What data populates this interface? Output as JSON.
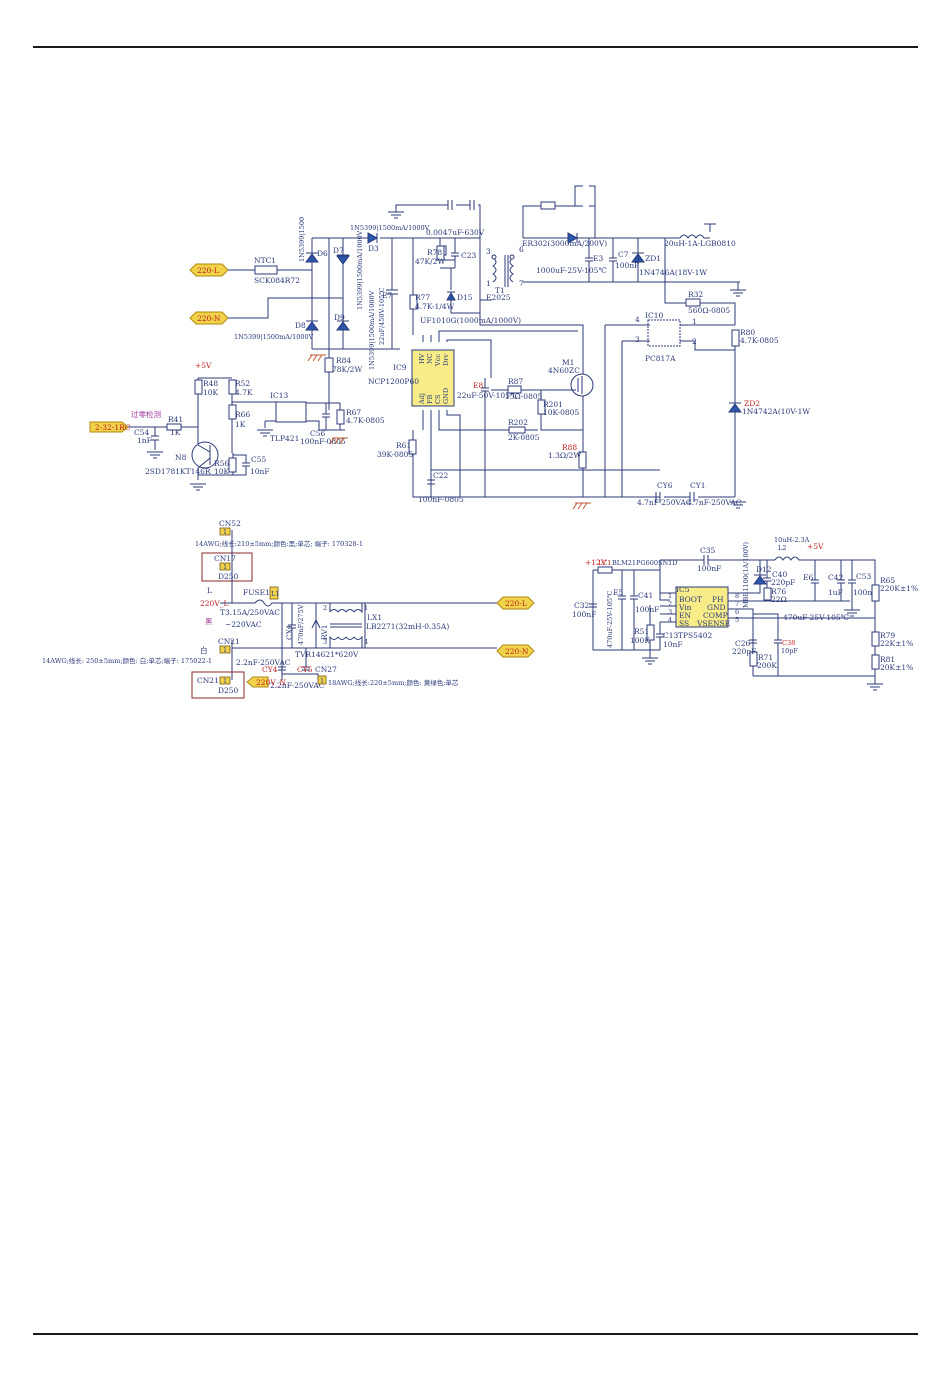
{
  "page": {
    "top_rule": true,
    "bottom_rule": true
  },
  "colors": {
    "wire": "#2b3a7a",
    "ic_fill": "#f7ec88",
    "port_fill": "#f0d34a",
    "highlight_red": "#c02020",
    "note_magenta": "#a03a9a"
  },
  "primary": {
    "ports": {
      "l_in": "220-L",
      "n_in": "220-N"
    },
    "ntc": {
      "ref": "NTC1",
      "value": "SCK084R72"
    },
    "d6": {
      "ref": "D6",
      "value": "1N5399|1500"
    },
    "d7": {
      "ref": "D7",
      "value": "1N5399|1500mA/1000V"
    },
    "d8": {
      "ref": "D8",
      "value": "1N5399|1500mA/1000V"
    },
    "d9": {
      "ref": "D9",
      "value": "1N5399|1500mA/1000V"
    },
    "d3": {
      "ref": "D3",
      "value": "1N5399|1500mA/1000V"
    },
    "e7": {
      "ref": "E7",
      "value": "22uF/450V-105℃"
    },
    "r84": {
      "ref": "R84",
      "value": "78K/2W"
    },
    "c_snub": {
      "value": "0.0047uF-630V"
    },
    "r78": {
      "ref": "R78",
      "value": "47K/2W"
    },
    "c23": {
      "ref": "C23"
    },
    "r77": {
      "ref": "R77",
      "value": "4.7K-1/4W"
    },
    "d15": {
      "ref": "D15",
      "value": "UF1010G(1000mA/1000V)"
    },
    "t1": {
      "ref": "T1",
      "value": "E2025",
      "pins": [
        "3",
        "1",
        "6",
        "7"
      ]
    },
    "ic9": {
      "ref": "IC9",
      "value": "NCP1200P60",
      "top_pins": [
        "HV",
        "NC",
        "Vcc",
        "Drv"
      ],
      "bottom_pins": [
        "Adj",
        "FB",
        "CS",
        "GND"
      ],
      "top_pin_nums": [
        "8",
        "6",
        "5"
      ],
      "bottom_pin_nums": [
        "1",
        "2",
        "3",
        "4"
      ]
    },
    "e8": {
      "ref": "E8",
      "value": "22uF-50V-105℃"
    },
    "r87": {
      "ref": "R87",
      "value": "15Ω-0805"
    },
    "r201": {
      "ref": "R201",
      "value": "10K-0805"
    },
    "r202": {
      "ref": "R202",
      "value": "2K-0805"
    },
    "r88": {
      "ref": "R88",
      "value": "1.3Ω/2W"
    },
    "m1": {
      "ref": "M1",
      "value": "4N60ZC"
    },
    "r61": {
      "ref": "R61",
      "value": "39K-0805"
    },
    "c22": {
      "ref": "C22",
      "value": "100nF-0805"
    }
  },
  "secondary": {
    "d_out": {
      "value": "ER302(3000mA/200V)"
    },
    "e3": {
      "ref": "E3",
      "value": "1000uF-25V-105℃"
    },
    "c7": {
      "ref": "C7",
      "value": "100nF"
    },
    "zd1": {
      "ref": "ZD1",
      "value": "1N4746A(18V-1W"
    },
    "inductor": {
      "value": "20uH-1A-LGB0810"
    },
    "r32": {
      "ref": "R32",
      "value": "560Ω-0805"
    },
    "ic10": {
      "ref": "IC10",
      "value": "PC817A",
      "pins": [
        "4",
        "3",
        "1",
        "2"
      ]
    },
    "r80": {
      "ref": "R80",
      "value": "4.7K-0805"
    },
    "zd2": {
      "ref": "ZD2",
      "value": "1N4742A(10V-1W"
    },
    "cy6": {
      "ref": "CY6",
      "value": "4.7nF-250VAC"
    },
    "cy1": {
      "ref": "CY1",
      "value": "4.7nF-250VAC"
    }
  },
  "zero_cross": {
    "port": "2-32-1RC",
    "note": "过零检测",
    "supply": "+5V",
    "r48": {
      "ref": "R48",
      "value": "10K"
    },
    "r52": {
      "ref": "R52",
      "value": "4.7K"
    },
    "r66": {
      "ref": "R66",
      "value": "1K"
    },
    "r41": {
      "ref": "R41",
      "value": "1K"
    },
    "c54": {
      "ref": "C54",
      "value": "1nF"
    },
    "n8": {
      "ref": "N8",
      "value": "2SD1781KT146R"
    },
    "r56": {
      "ref": "R56",
      "value": "10K"
    },
    "c55": {
      "ref": "C55",
      "value": "10nF"
    },
    "ic13": {
      "ref": "IC13",
      "value": "TLP421"
    },
    "c56": {
      "ref": "C56",
      "value": "100nF-0805"
    },
    "r67": {
      "ref": "R67",
      "value": "4.7K-0805"
    }
  },
  "input": {
    "cn52": {
      "ref": "CN52",
      "pin": "1"
    },
    "wire_black": "14AWG;线长:210±5mm;颜色:黑;单芯; 端子: 170328-1",
    "cn17": {
      "ref": "CN17",
      "pin": "1",
      "sub": "D250"
    },
    "l_label": "L",
    "line_port": "220V_L",
    "fuse": {
      "ref": "FUSE1",
      "value": "T3.15A/250VAC"
    },
    "fuse_pin": "L1",
    "black": "黑",
    "vac": "~220VAC",
    "cx1": {
      "ref": "CX1",
      "value": "470nF/275V"
    },
    "rv1": {
      "ref": "RV1",
      "value": "TVR14621*620V"
    },
    "lx": {
      "ref": "LX1",
      "value": "LB2271(32mH-0.35A)",
      "pins": [
        "2",
        "1",
        "3",
        "4"
      ]
    },
    "out_l": "220-L",
    "out_n": "220-N",
    "white": "白",
    "cn21a": {
      "ref": "CN21",
      "pin": "1"
    },
    "wire_white": "14AWG;线长: 250±5mm;颜色: 白;单芯;端子: 175022-1",
    "cy4": {
      "ref": "CY4",
      "value": "2.2nF-250VAC"
    },
    "cy5": {
      "ref": "CY5",
      "value": "2.2nF-250VAC"
    },
    "cn21b": {
      "ref": "CN21",
      "pin": "1",
      "sub": "D250"
    },
    "neutral_port": "220V_N",
    "cn27": {
      "ref": "CN27",
      "pin": "1"
    },
    "wire_green": "18AWG;线长:220±5mm;颜色: 黄绿色;单芯"
  },
  "buck": {
    "vin": "+12V",
    "lc1": {
      "ref": "LC1",
      "value": "BLM21PG600SN1D"
    },
    "c32": {
      "ref": "C32",
      "value": "100nF"
    },
    "e5": {
      "ref": "E5",
      "value": "470uF-25V-105℃"
    },
    "c41": {
      "ref": "C41",
      "value": "100nF"
    },
    "r51": {
      "ref": "R51",
      "value": "100K"
    },
    "c13": {
      "ref": "C13",
      "value": "10nF"
    },
    "c35": {
      "ref": "C35",
      "value": "100nF"
    },
    "ic5": {
      "ref": "IC5",
      "value": "TPS5402",
      "left_pins": [
        "BOOT",
        "Vin",
        "EN",
        "SS"
      ],
      "right_pins": [
        "PH",
        "GND",
        "COMP",
        "VSENSE"
      ],
      "left_nums": [
        "1",
        "2",
        "3",
        "4"
      ],
      "right_nums": [
        "8",
        "7",
        "6",
        "5"
      ]
    },
    "d12": {
      "ref": "D12",
      "value": "MBR1100(1A/100V)"
    },
    "c40": {
      "ref": "C40",
      "value": "220pF"
    },
    "r76": {
      "ref": "R76",
      "value": "22Ω"
    },
    "l2": {
      "ref": "L2",
      "value": "10uH-2.3A"
    },
    "vout": "+5V",
    "e6": {
      "ref": "E6",
      "value": "470uF-25V-105℃"
    },
    "c42": {
      "ref": "C42",
      "value": "1uF"
    },
    "c53": {
      "ref": "C53",
      "value": "100nF"
    },
    "r65": {
      "ref": "R65",
      "value": "220K±1%"
    },
    "c26": {
      "ref": "C26",
      "value": "220pF"
    },
    "r71": {
      "ref": "R71",
      "value": "200K"
    },
    "c38": {
      "ref": "C38",
      "value": "10pF"
    },
    "r79": {
      "ref": "R79",
      "value": "22K±1%"
    },
    "r81": {
      "ref": "R81",
      "value": "20K±1%"
    }
  }
}
